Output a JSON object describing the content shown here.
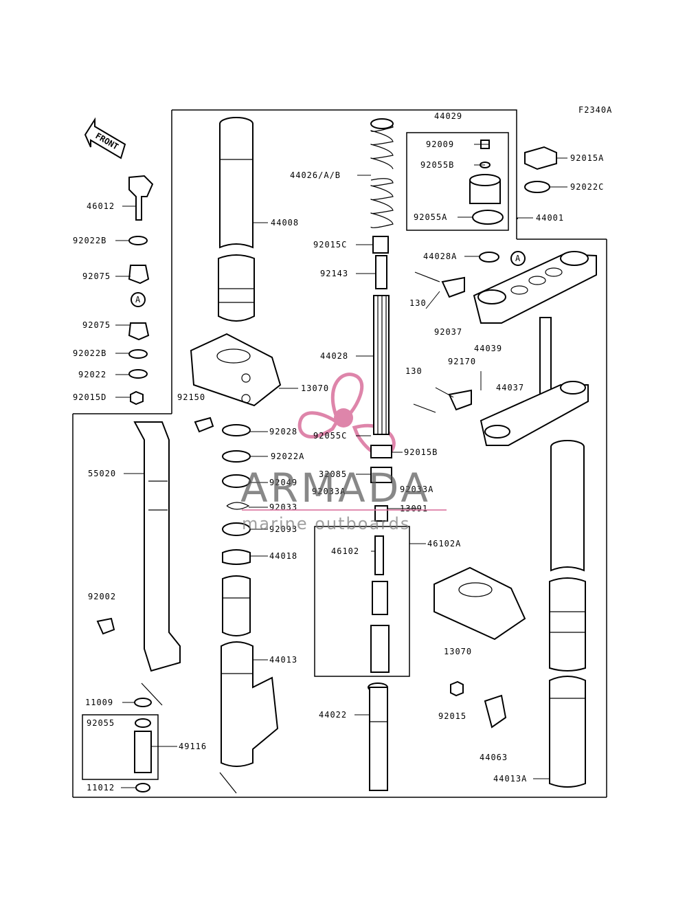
{
  "diagram": {
    "code": "F2340A",
    "direction": "FRONT",
    "parts": [
      {
        "id": "p-44029",
        "text": "44029"
      },
      {
        "id": "p-92009",
        "text": "92009"
      },
      {
        "id": "p-92055B",
        "text": "92055B"
      },
      {
        "id": "p-92055A",
        "text": "92055A"
      },
      {
        "id": "p-92015A",
        "text": "92015A"
      },
      {
        "id": "p-92022C",
        "text": "92022C"
      },
      {
        "id": "p-44001",
        "text": "44001"
      },
      {
        "id": "p-44026",
        "text": "44026/A/B"
      },
      {
        "id": "p-44008",
        "text": "44008"
      },
      {
        "id": "p-92015C",
        "text": "92015C"
      },
      {
        "id": "p-92143",
        "text": "92143"
      },
      {
        "id": "p-44028",
        "text": "44028"
      },
      {
        "id": "p-44028A",
        "text": "44028A"
      },
      {
        "id": "p-130a",
        "text": "130"
      },
      {
        "id": "p-92037",
        "text": "92037"
      },
      {
        "id": "p-44039",
        "text": "44039"
      },
      {
        "id": "p-130b",
        "text": "130"
      },
      {
        "id": "p-92170",
        "text": "92170"
      },
      {
        "id": "p-44037",
        "text": "44037"
      },
      {
        "id": "p-46012",
        "text": "46012"
      },
      {
        "id": "p-92022B-1",
        "text": "92022B"
      },
      {
        "id": "p-92075-1",
        "text": "92075"
      },
      {
        "id": "p-92075-2",
        "text": "92075"
      },
      {
        "id": "p-92022B-2",
        "text": "92022B"
      },
      {
        "id": "p-92022",
        "text": "92022"
      },
      {
        "id": "p-92015D",
        "text": "92015D"
      },
      {
        "id": "p-13070-1",
        "text": "13070"
      },
      {
        "id": "p-92150",
        "text": "92150"
      },
      {
        "id": "p-92028",
        "text": "92028"
      },
      {
        "id": "p-92022A",
        "text": "92022A"
      },
      {
        "id": "p-92049",
        "text": "92049"
      },
      {
        "id": "p-92033",
        "text": "92033"
      },
      {
        "id": "p-92093",
        "text": "92093"
      },
      {
        "id": "p-44018",
        "text": "44018"
      },
      {
        "id": "p-92055C",
        "text": "92055C"
      },
      {
        "id": "p-92015B",
        "text": "92015B"
      },
      {
        "id": "p-32085",
        "text": "32085"
      },
      {
        "id": "p-92033A-1",
        "text": "92033A"
      },
      {
        "id": "p-92033A-2",
        "text": "92033A"
      },
      {
        "id": "p-13091",
        "text": "13091"
      },
      {
        "id": "p-46102",
        "text": "46102"
      },
      {
        "id": "p-46102A",
        "text": "46102A"
      },
      {
        "id": "p-55020",
        "text": "55020"
      },
      {
        "id": "p-92002",
        "text": "92002"
      },
      {
        "id": "p-44013",
        "text": "44013"
      },
      {
        "id": "p-13070-2",
        "text": "13070"
      },
      {
        "id": "p-11009",
        "text": "11009"
      },
      {
        "id": "p-92055",
        "text": "92055"
      },
      {
        "id": "p-49116",
        "text": "49116"
      },
      {
        "id": "p-11012",
        "text": "11012"
      },
      {
        "id": "p-44022",
        "text": "44022"
      },
      {
        "id": "p-92015",
        "text": "92015"
      },
      {
        "id": "p-44063",
        "text": "44063"
      },
      {
        "id": "p-44013A",
        "text": "44013A"
      }
    ],
    "ref_markers": [
      "A",
      "A"
    ]
  },
  "watermark": {
    "brand": "ARMADA",
    "tagline": "marine outboards",
    "accent_color": "#d9709c",
    "text_color": "#5a5a5a"
  }
}
